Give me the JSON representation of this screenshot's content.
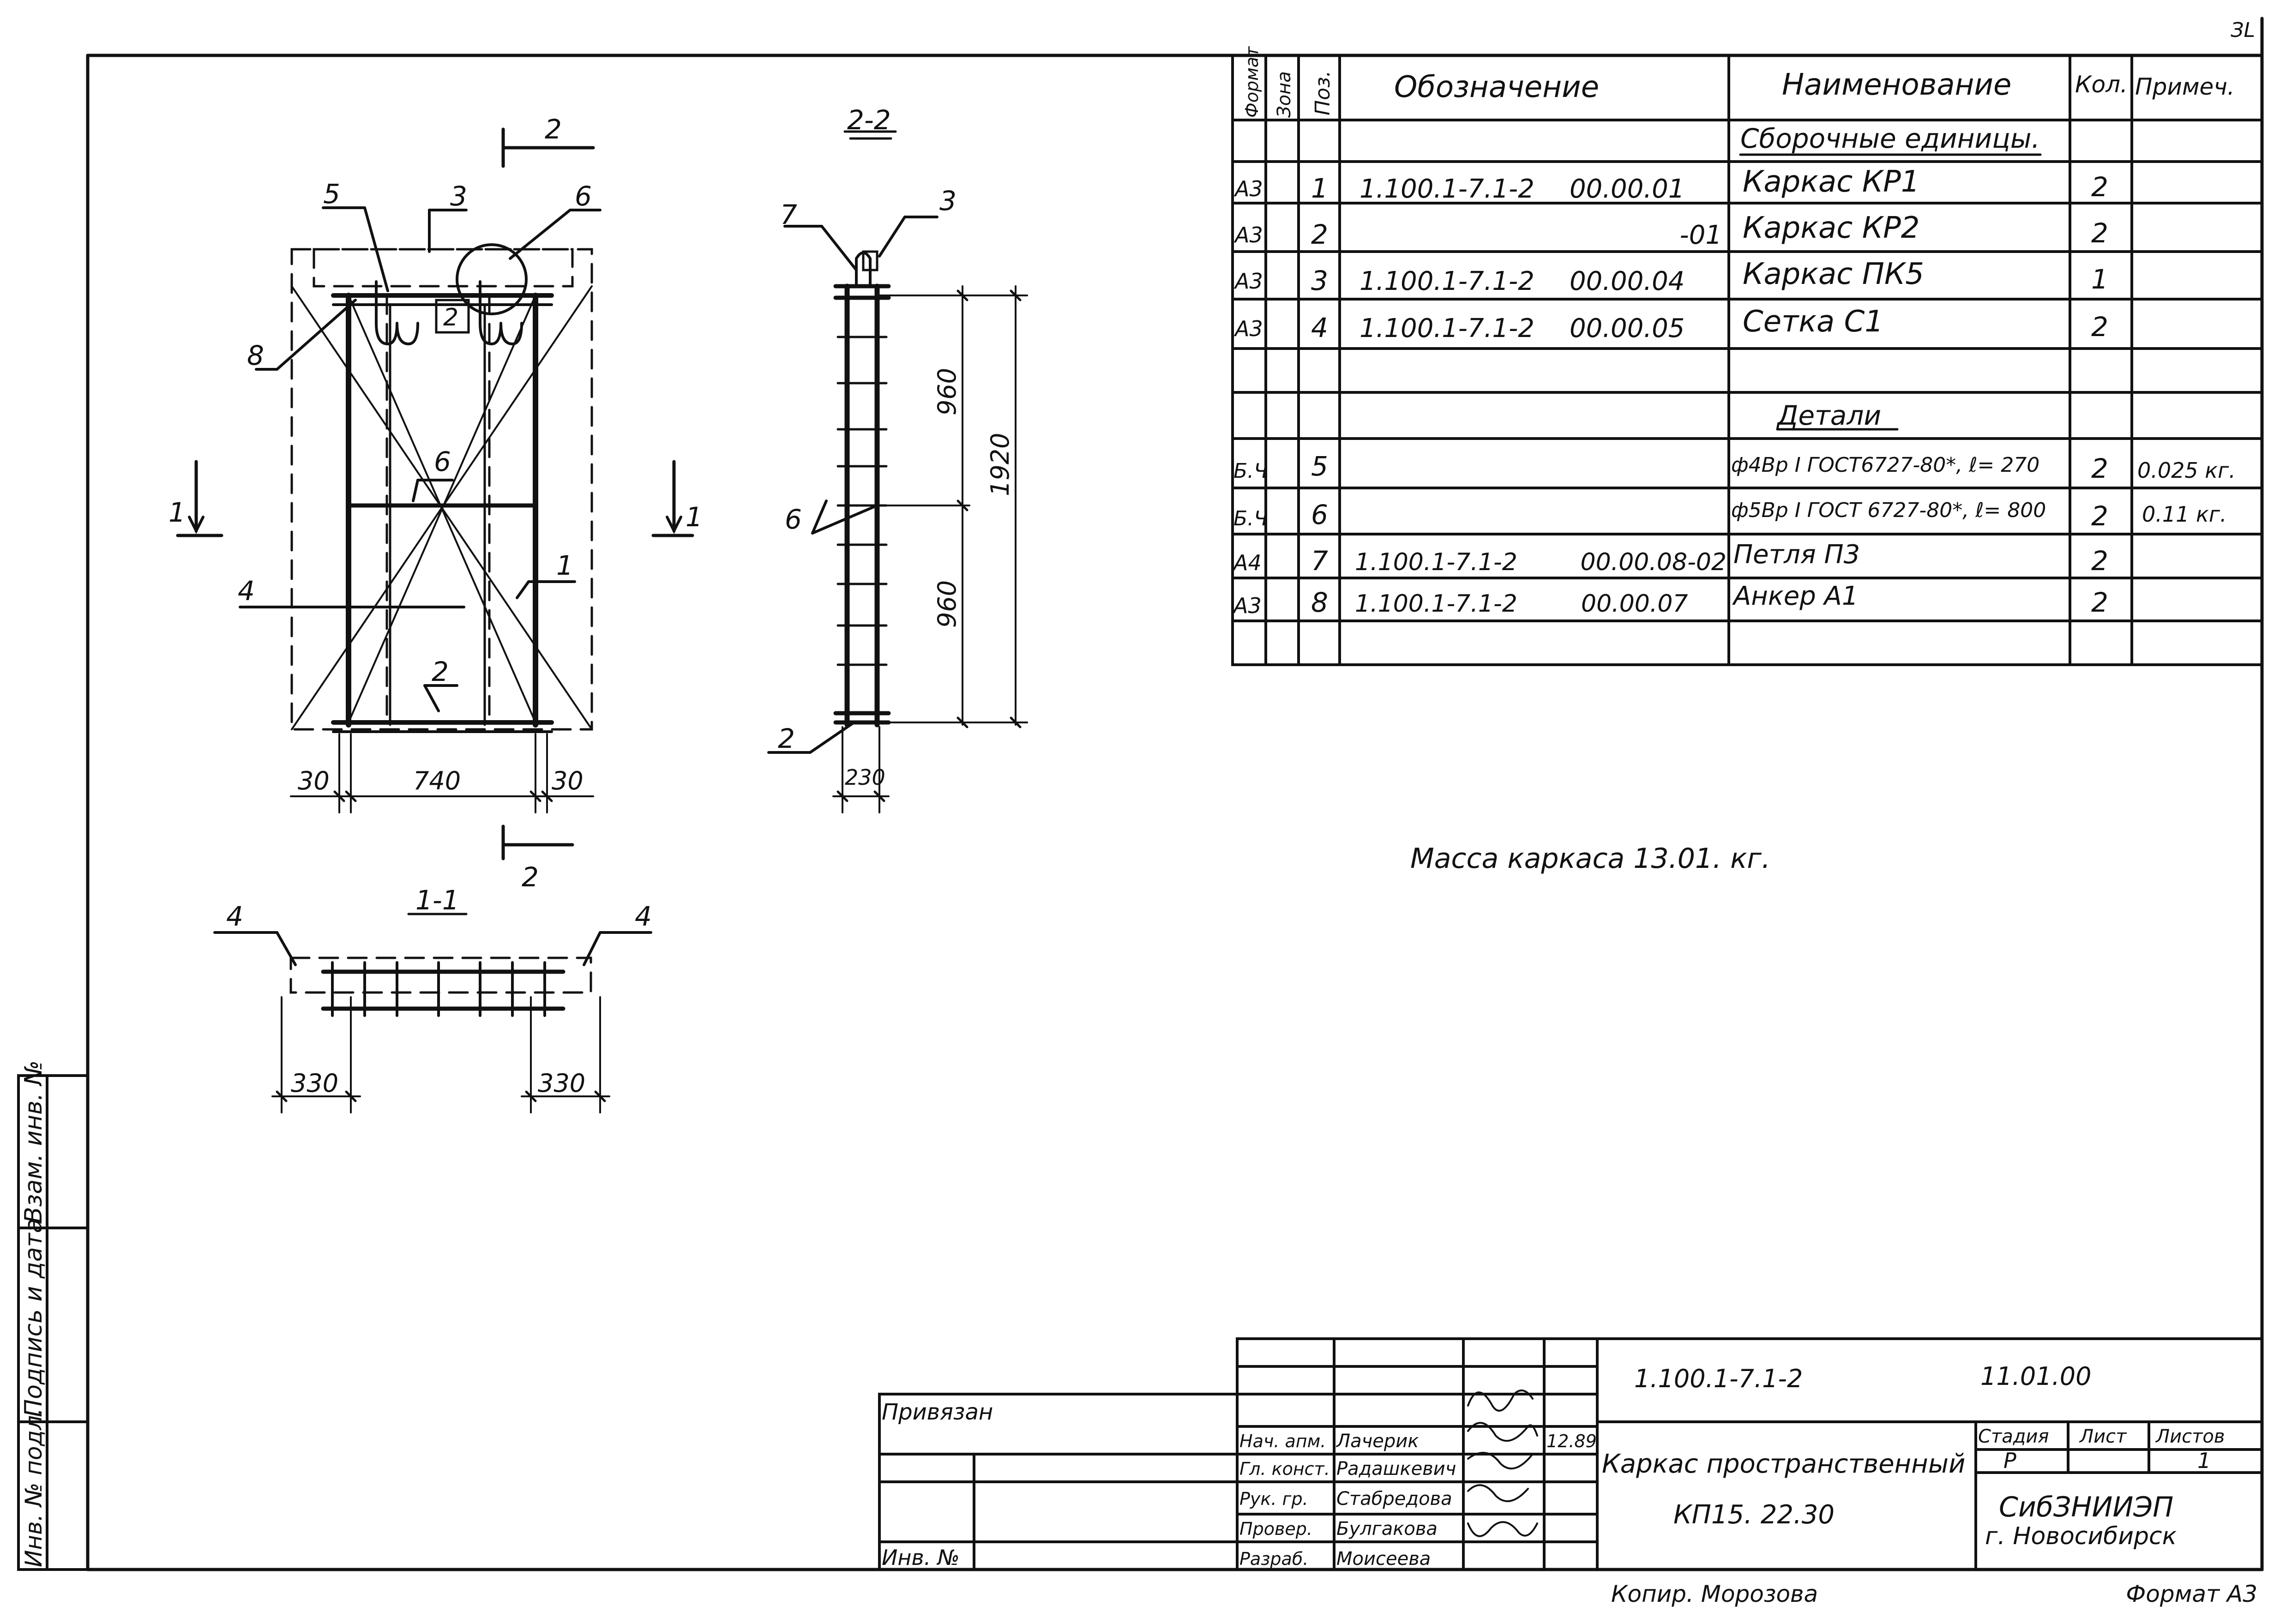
{
  "corner_mark": "ЗL",
  "spec_table": {
    "headers": {
      "format": "Формат",
      "zone": "Зона",
      "pos": "Поз.",
      "designation": "Обозначение",
      "name": "Наименование",
      "qty": "Кол.",
      "note": "Примеч."
    },
    "section_assemblies": "Сборочные единицы.",
    "section_details": "Детали",
    "rows": [
      {
        "format": "А3",
        "pos": "1",
        "desig_a": "1.100.1-7.1-2",
        "desig_b": "00.00.01",
        "name": "Каркас КР1",
        "qty": "2",
        "note": ""
      },
      {
        "format": "А3",
        "pos": "2",
        "desig_a": "",
        "desig_b": "-01",
        "name": "Каркас КР2",
        "qty": "2",
        "note": ""
      },
      {
        "format": "А3",
        "pos": "3",
        "desig_a": "1.100.1-7.1-2",
        "desig_b": "00.00.04",
        "name": "Каркас ПК5",
        "qty": "1",
        "note": ""
      },
      {
        "format": "А3",
        "pos": "4",
        "desig_a": "1.100.1-7.1-2",
        "desig_b": "00.00.05",
        "name": "Сетка С1",
        "qty": "2",
        "note": ""
      },
      {
        "format": "Б.Ч",
        "pos": "5",
        "desig_a": "",
        "desig_b": "",
        "name": "ф4Вр I ГОСТ6727-80*, ℓ= 270",
        "qty": "2",
        "note": "0.025 кг."
      },
      {
        "format": "Б.Ч",
        "pos": "6",
        "desig_a": "",
        "desig_b": "",
        "name": "ф5Вр I ГОСТ 6727-80*, ℓ= 800",
        "qty": "2",
        "note": "0.11 кг."
      },
      {
        "format": "А4",
        "pos": "7",
        "desig_a": "1.100.1-7.1-2",
        "desig_b": "00.00.08-02",
        "name": "Петля П3",
        "qty": "2",
        "note": ""
      },
      {
        "format": "А3",
        "pos": "8",
        "desig_a": "1.100.1-7.1-2",
        "desig_b": "00.00.07",
        "name": "Анкер А1",
        "qty": "2",
        "note": ""
      }
    ]
  },
  "mass_note": "Масса каркаса 13.01. кг.",
  "views": {
    "main": {
      "callouts": [
        "5",
        "3",
        "6",
        "8",
        "2",
        "6",
        "4",
        "1",
        "2"
      ],
      "section_marks": {
        "cut_2_top": "2",
        "cut_2_bottom": "2",
        "cut_1_left": "1",
        "cut_1_right": "1"
      },
      "dims": [
        "30",
        "740",
        "30"
      ]
    },
    "section_2_2": {
      "title": "2-2",
      "callouts": [
        "7",
        "3",
        "6",
        "2"
      ],
      "dims": [
        "960",
        "960",
        "1920",
        "230"
      ]
    },
    "section_1_1": {
      "title": "1-1",
      "callouts": [
        "4",
        "4"
      ],
      "dims": [
        "330",
        "330"
      ]
    }
  },
  "left_strip": {
    "labels": [
      "Взам. инв. №",
      "Подпись и дата",
      "Инв. № подл."
    ]
  },
  "title_block": {
    "privyazan": "Привязан",
    "inv_no": "Инв. №",
    "doc_code": "1.100.1-7.1-2",
    "date": "11.01.00",
    "roles": [
      {
        "role": "Нач. апм.",
        "name": "Лачерик"
      },
      {
        "role": "Гл. конст.",
        "name": "Радашкевич"
      },
      {
        "role": "Рук. гр.",
        "name": "Стабредова"
      },
      {
        "role": "Провер.",
        "name": "Булгакова"
      },
      {
        "role": "Разраб.",
        "name": "Моисеева"
      }
    ],
    "year": "12.89",
    "title_line1": "Каркас пространственный",
    "title_line2": "КП15. 22.30",
    "stage_label": "Стадия",
    "sheet_label": "Лист",
    "sheets_label": "Листов",
    "stage": "Р",
    "sheets": "1",
    "org_line1": "СибЗНИИЭП",
    "org_line2": "г. Новосибирск",
    "copied": "Копир. Морозова",
    "format": "Формат А3"
  }
}
